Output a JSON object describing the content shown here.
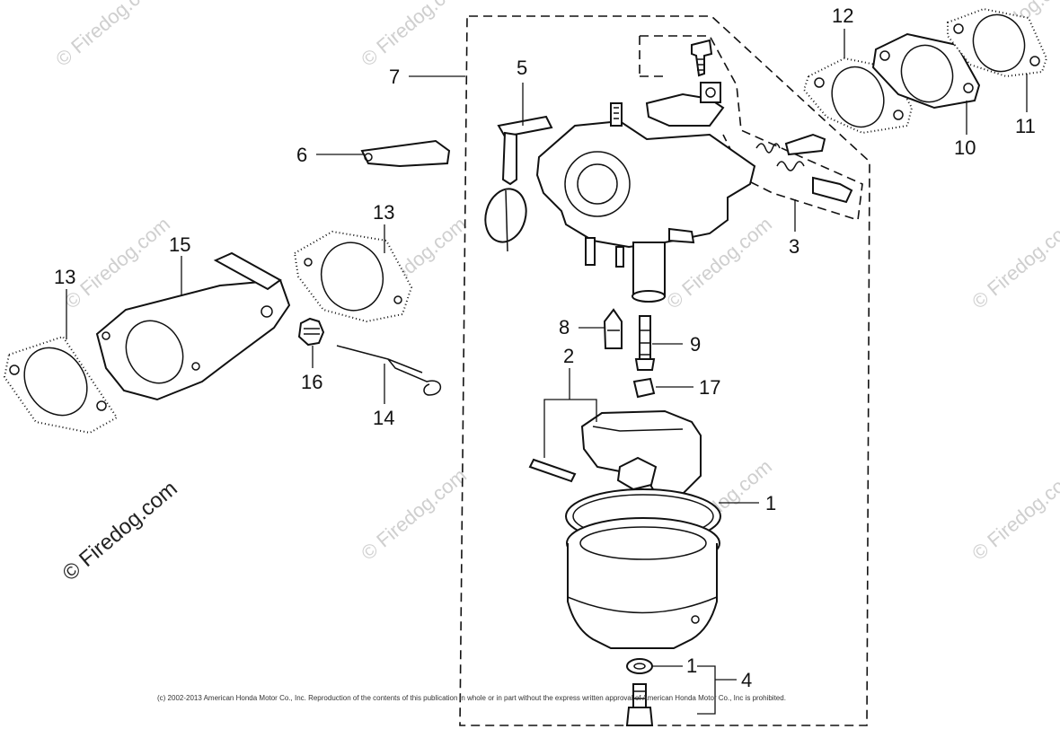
{
  "watermark": {
    "text": "© Firedog.com",
    "prominent_text": "© Firedog.com"
  },
  "copyright": "(c) 2002-2013 American Honda Motor Co., Inc. Reproduction of the contents of this publication in whole or in part without the express written approval of American Honda Motor Co., Inc is prohibited.",
  "callouts": {
    "n1_ring": "1",
    "n1_washer": "1",
    "n2": "2",
    "n3": "3",
    "n4": "4",
    "n5": "5",
    "n6": "6",
    "n7": "7",
    "n8": "8",
    "n9": "9",
    "n10": "10",
    "n11": "11",
    "n12": "12",
    "n13_left": "13",
    "n13_mid": "13",
    "n14": "14",
    "n15": "15",
    "n16": "16",
    "n17": "17"
  }
}
